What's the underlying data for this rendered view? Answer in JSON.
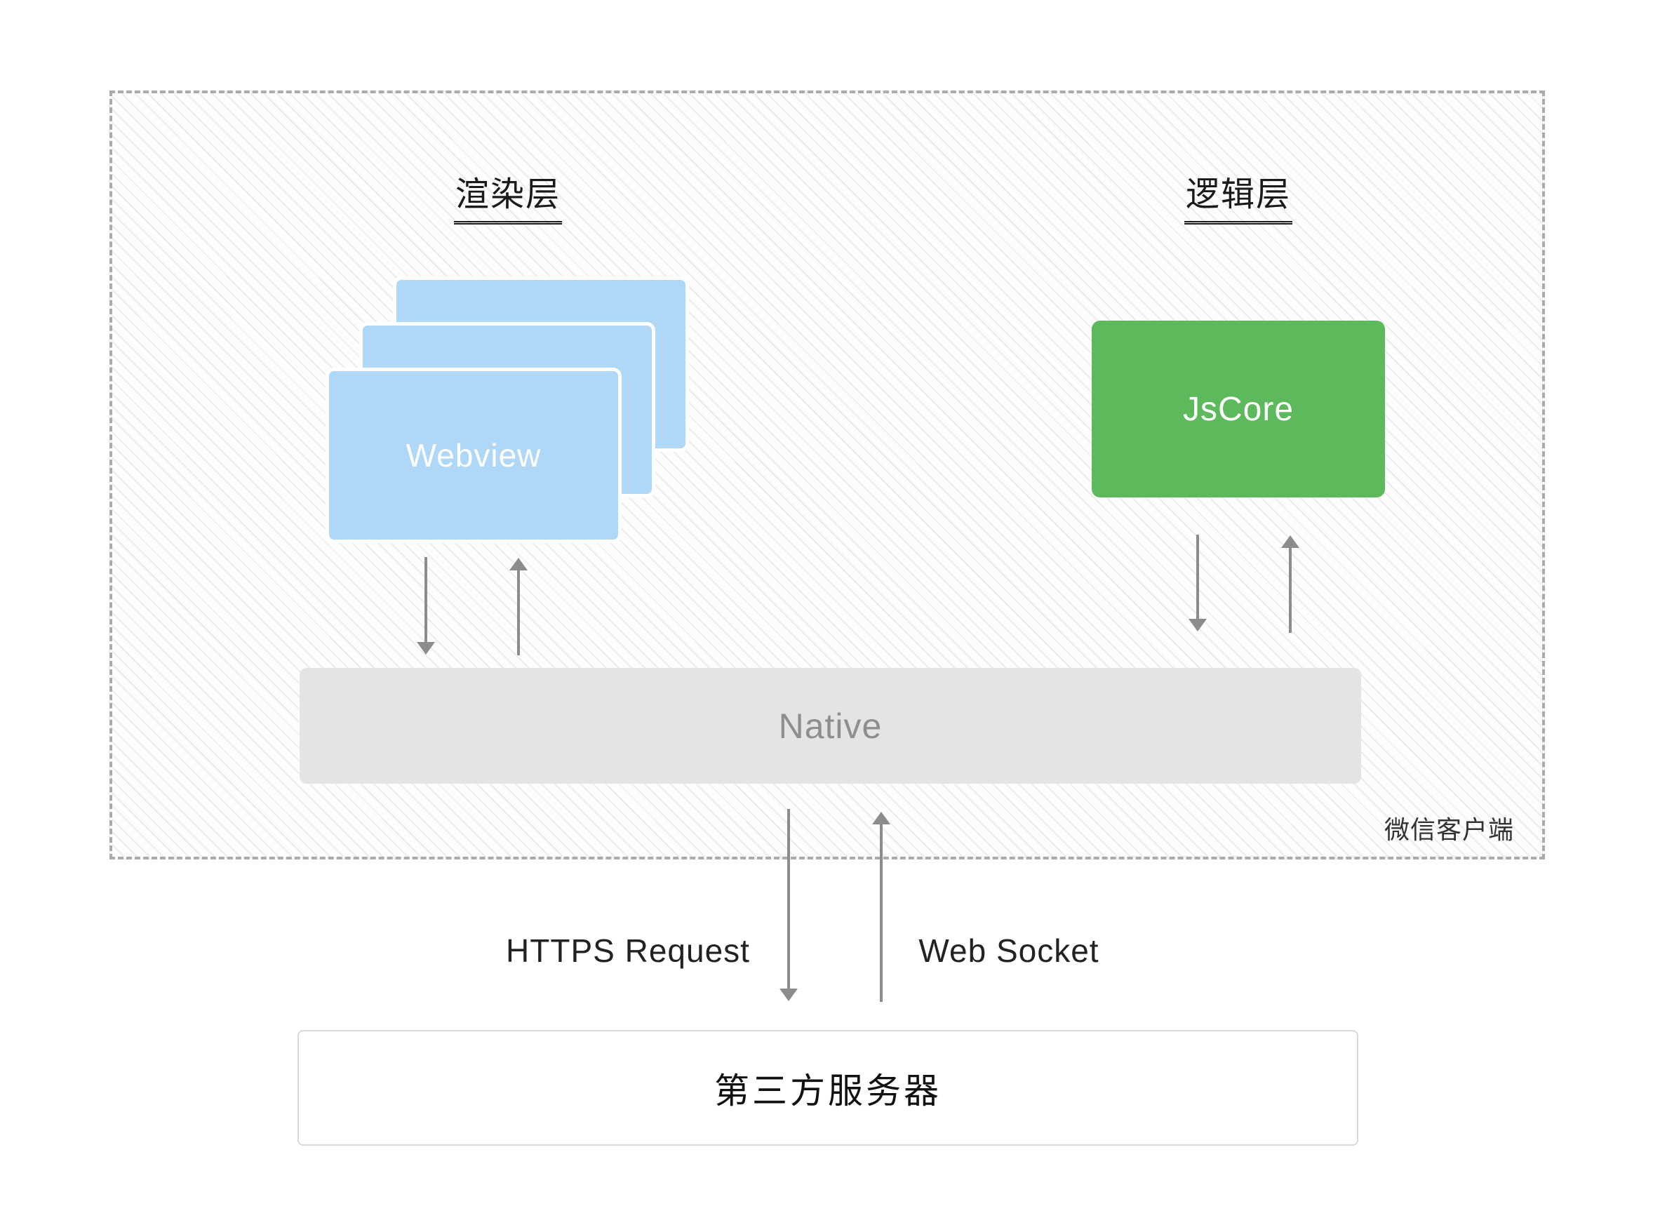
{
  "diagram": {
    "client_container": {
      "label": "微信客户端"
    },
    "render_layer": {
      "title": "渲染层",
      "webview_label": "Webview"
    },
    "logic_layer": {
      "title": "逻辑层",
      "jscore_label": "JsCore"
    },
    "native": {
      "label": "Native"
    },
    "connections": {
      "https_label": "HTTPS Request",
      "websocket_label": "Web Socket"
    },
    "server": {
      "label": "第三方服务器"
    }
  },
  "colors": {
    "webview_blue": "#AED7F8",
    "jscore_green": "#5CB95C",
    "native_gray": "#E4E4E4",
    "arrow_gray": "#8C8C8C",
    "border_dash": "#ABABAB",
    "hatch_line": "#ECECEC",
    "hatch_bg": "#FDFDFD"
  }
}
